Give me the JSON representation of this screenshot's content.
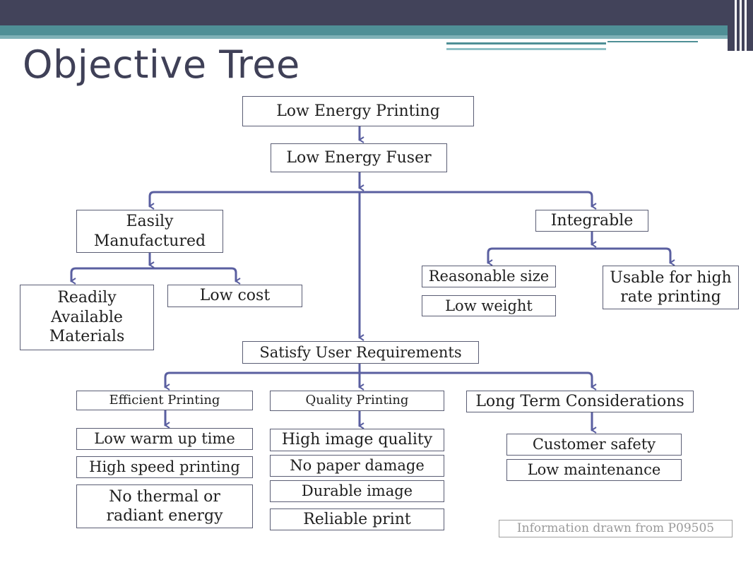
{
  "slide": {
    "title": "Objective Tree",
    "source_note": "Information drawn from P09505"
  },
  "tree": {
    "root": "Low Energy Printing",
    "fuser": "Low Energy Fuser",
    "easily_manufactured": "Easily\nManufactured",
    "readily_available_materials": "Readily\nAvailable\nMaterials",
    "low_cost": "Low cost",
    "integrable": "Integrable",
    "reasonable_size": "Reasonable size",
    "low_weight": "Low weight",
    "usable_high_rate": "Usable for high\nrate printing",
    "satisfy_user_requirements": "Satisfy User Requirements",
    "efficient_printing": "Efficient Printing",
    "low_warm_up_time": "Low warm up time",
    "high_speed_printing": "High speed printing",
    "no_thermal_radiant": "No thermal  or\nradiant energy",
    "quality_printing": "Quality Printing",
    "high_image_quality": "High image quality",
    "no_paper_damage": "No paper damage",
    "durable_image": "Durable image",
    "reliable_print": "Reliable print",
    "long_term_considerations": "Long Term Considerations",
    "customer_safety": "Customer safety",
    "low_maintenance": "Low maintenance"
  },
  "colors": {
    "title": "#3f4057",
    "header_dark": "#42435a",
    "header_teal": "#4f8f96",
    "connector": "#5a5fa0",
    "node_border": "#5a5d74"
  }
}
